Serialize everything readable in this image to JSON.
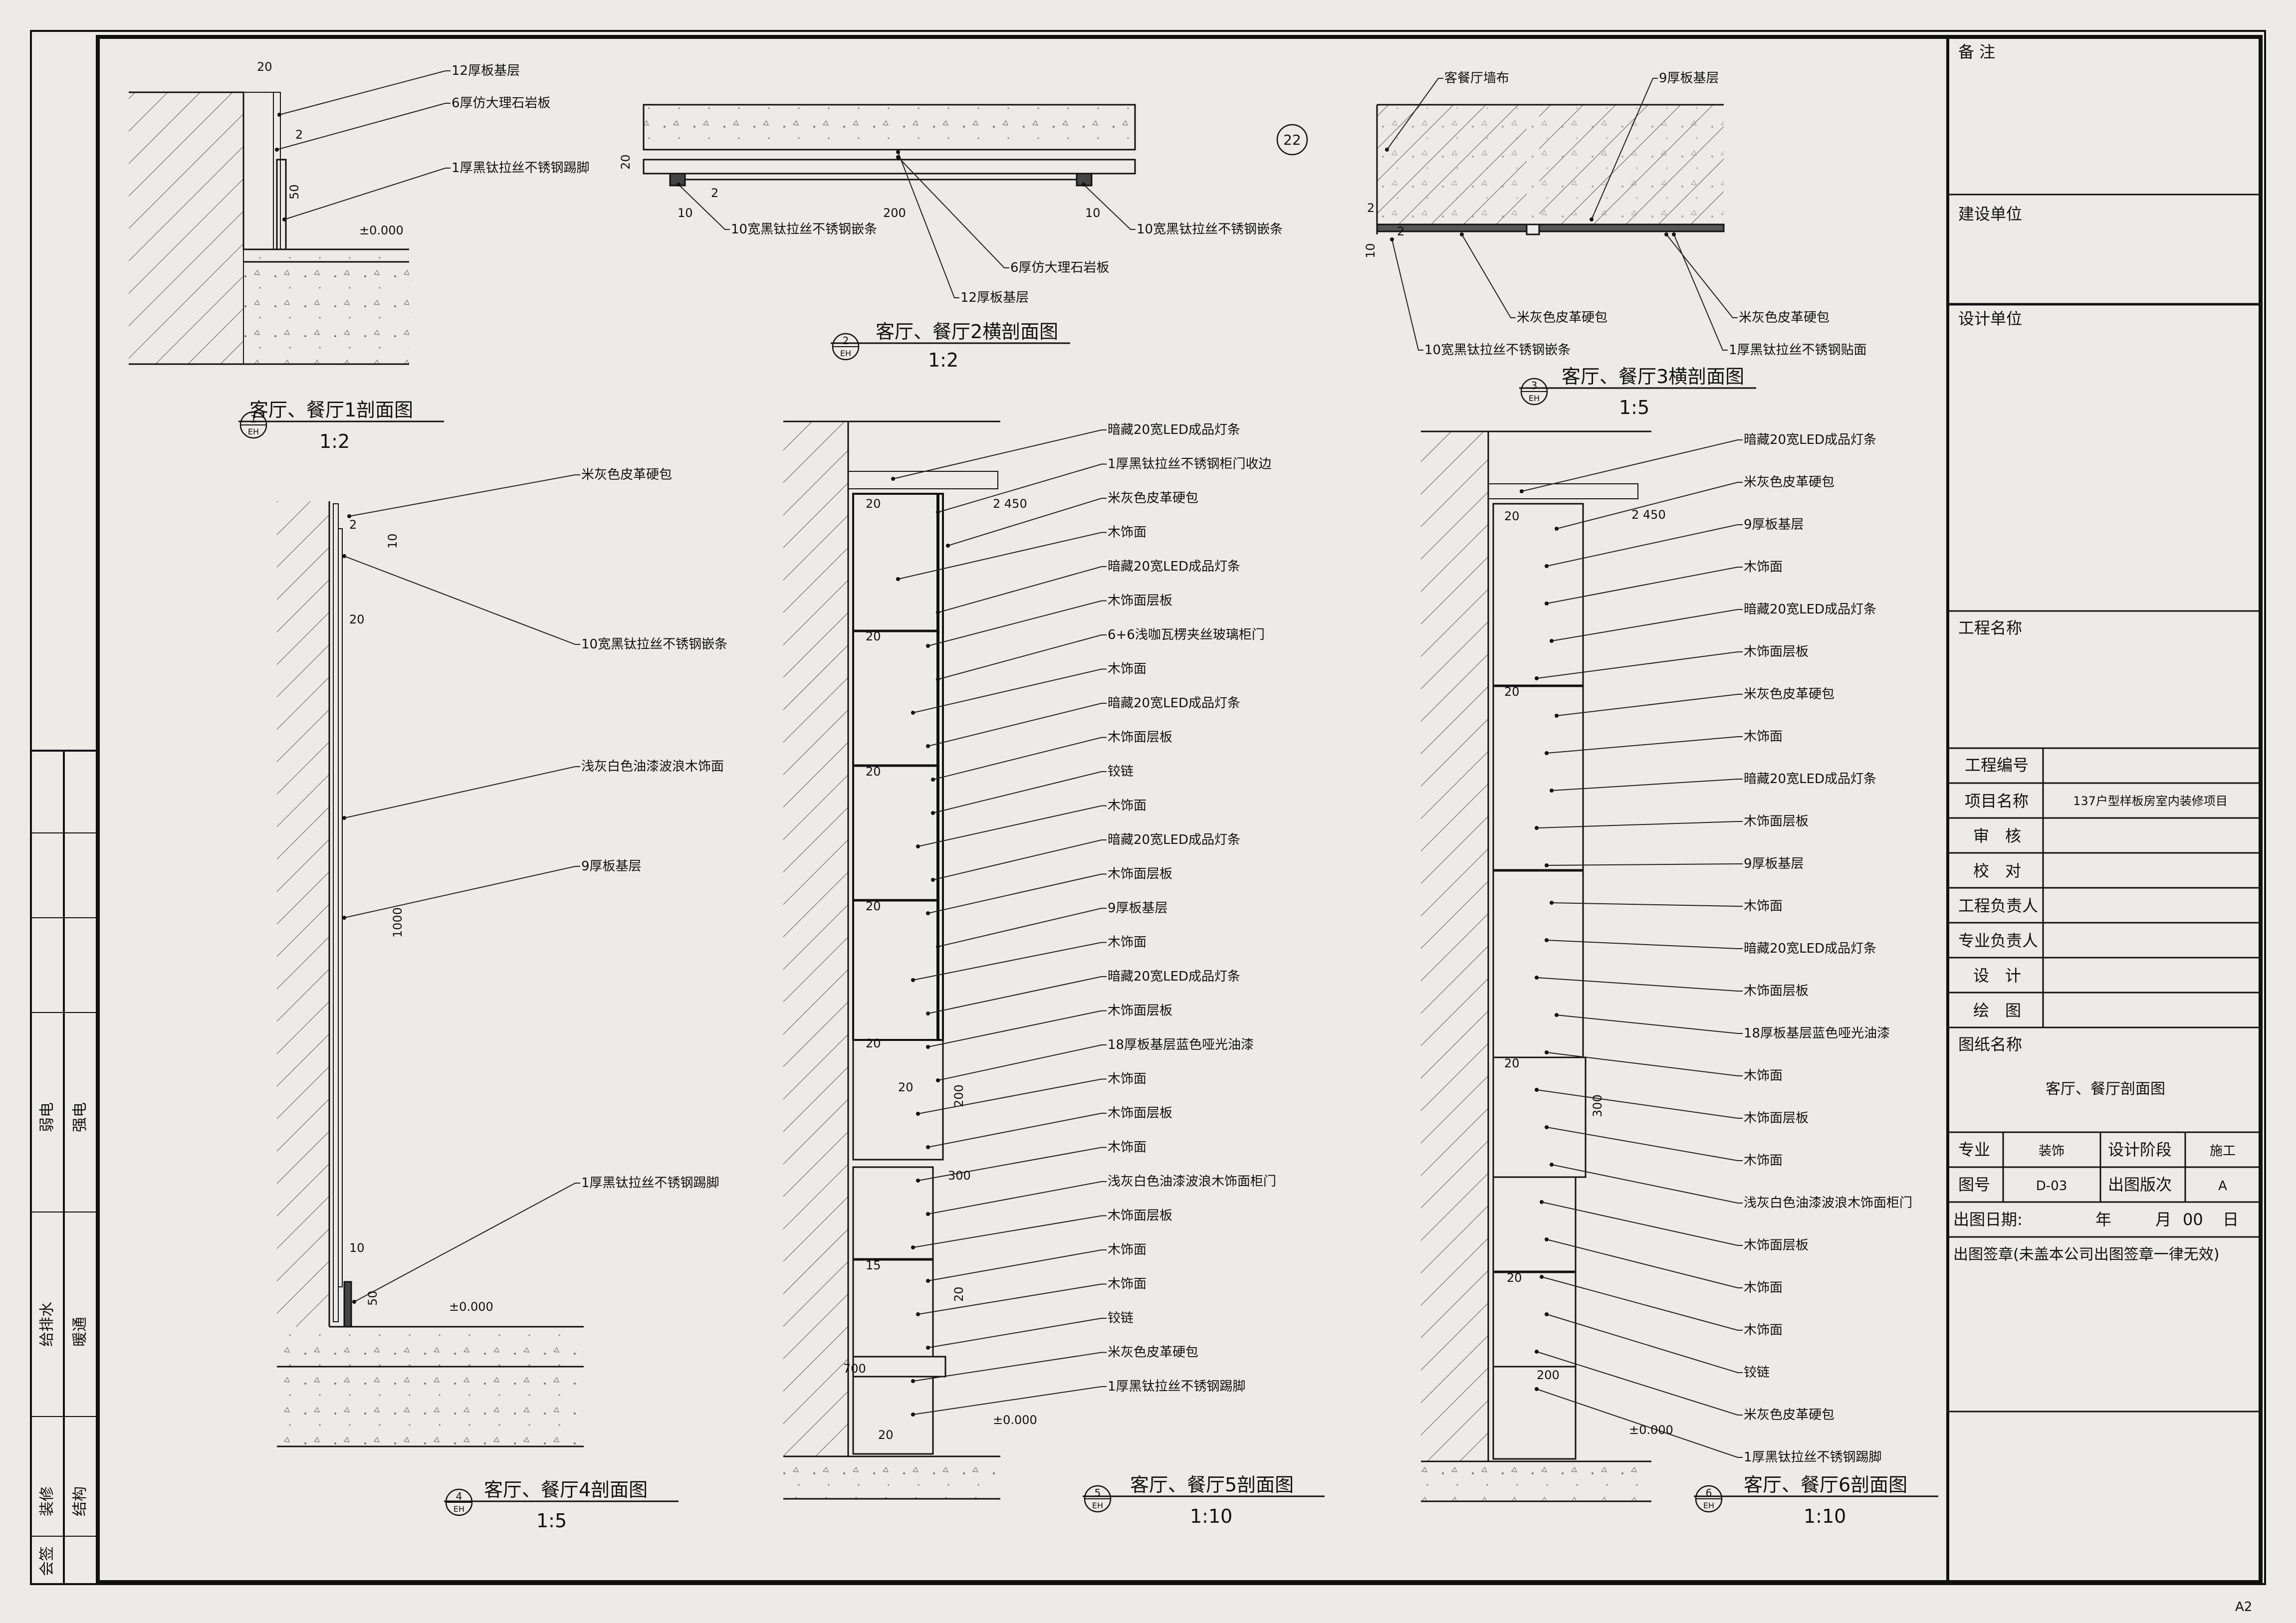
{
  "sheet_size_label": "A2",
  "title_block": {
    "remarks": "备 注",
    "client": "建设单位",
    "designer": "设计单位",
    "project_name_label": "工程名称",
    "project_no_label": "工程编号",
    "project_no_value": "",
    "item_name_label": "项目名称",
    "item_name_value": "137户型样板房室内装修项目",
    "review_label": "审　核",
    "check_label": "校　对",
    "project_lead_label": "工程负责人",
    "discipline_lead_label": "专业负责人",
    "design_label": "设　计",
    "drawing_label": "绘　图",
    "drawing_name_label": "图纸名称",
    "drawing_name_value": "客厅、餐厅剖面图",
    "discipline_label": "专业",
    "discipline_value": "装饰",
    "stage_label": "设计阶段",
    "stage_value": "施工",
    "drawing_no_label": "图号",
    "drawing_no_value": "D-03",
    "version_label": "出图版次",
    "version_value": "A",
    "date_label": "出图日期:",
    "date_year": "年",
    "date_month": "月",
    "date_day_value": "00",
    "date_day": "日",
    "seal_label": "出图签章(未盖本公司出图签章一律无效)"
  },
  "sign_strip": {
    "cells": [
      {
        "a": "弱电",
        "b": "强电"
      },
      {
        "a": "给排水",
        "b": "暖通"
      },
      {
        "a": "装修",
        "b": "结构"
      },
      {
        "a": "会签",
        "b": ""
      }
    ]
  },
  "sections": [
    {
      "id": "s1",
      "num": "1",
      "sheet_ref": "EH",
      "title": "客厅、餐厅1剖面图",
      "scale": "1:2",
      "labels": [
        "12厚板基层",
        "6厚仿大理石岩板",
        "1厚黑钛拉丝不锈钢踢脚"
      ],
      "dims": [
        "20",
        "2",
        "50",
        "±0.000"
      ]
    },
    {
      "id": "s2",
      "num": "2",
      "sheet_ref": "EH",
      "title": "客厅、餐厅2横剖面图",
      "scale": "1:2",
      "labels": [
        "10宽黑钛拉丝不锈钢嵌条",
        "10宽黑钛拉丝不锈钢嵌条",
        "6厚仿大理石岩板",
        "12厚板基层"
      ],
      "dims": [
        "20",
        "2",
        "200",
        "10",
        "10"
      ]
    },
    {
      "id": "s3",
      "num": "3",
      "sheet_ref": "EH",
      "title": "客厅、餐厅3横剖面图",
      "scale": "1:5",
      "detail_ref": "22",
      "labels": [
        "客餐厅墙布",
        "9厚板基层",
        "米灰色皮革硬包",
        "米灰色皮革硬包",
        "10宽黑钛拉丝不锈钢嵌条",
        "1厚黑钛拉丝不锈钢贴面"
      ],
      "dims": [
        "2",
        "2",
        "10"
      ]
    },
    {
      "id": "s4",
      "num": "4",
      "sheet_ref": "EH",
      "title": "客厅、餐厅4剖面图",
      "scale": "1:5",
      "labels": [
        "米灰色皮革硬包",
        "10宽黑钛拉丝不锈钢嵌条",
        "浅灰白色油漆波浪木饰面",
        "9厚板基层",
        "1厚黑钛拉丝不锈钢踢脚"
      ],
      "dims": [
        "2",
        "10",
        "20",
        "1000",
        "10",
        "50",
        "±0.000"
      ]
    },
    {
      "id": "s5",
      "num": "5",
      "sheet_ref": "EH",
      "title": "客厅、餐厅5剖面图",
      "scale": "1:10",
      "labels": [
        "暗藏20宽LED成品灯条",
        "1厚黑钛拉丝不锈钢柜门收边",
        "米灰色皮革硬包",
        "木饰面",
        "暗藏20宽LED成品灯条",
        "木饰面层板",
        "6+6浅咖瓦楞夹丝玻璃柜门",
        "木饰面",
        "暗藏20宽LED成品灯条",
        "木饰面层板",
        "铰链",
        "木饰面",
        "暗藏20宽LED成品灯条",
        "木饰面层板",
        "9厚板基层",
        "木饰面",
        "暗藏20宽LED成品灯条",
        "木饰面层板",
        "18厚板基层蓝色哑光油漆",
        "木饰面",
        "木饰面层板",
        "木饰面",
        "浅灰白色油漆波浪木饰面柜门",
        "木饰面层板",
        "木饰面",
        "木饰面",
        "铰链",
        "米灰色皮革硬包",
        "1厚黑钛拉丝不锈钢踢脚"
      ],
      "dims": [
        "20",
        "20",
        "2 450",
        "20",
        "20",
        "20",
        "20",
        "200",
        "300",
        "15",
        "20",
        "700",
        "20",
        "±0.000"
      ]
    },
    {
      "id": "s6",
      "num": "6",
      "sheet_ref": "EH",
      "title": "客厅、餐厅6剖面图",
      "scale": "1:10",
      "labels": [
        "暗藏20宽LED成品灯条",
        "米灰色皮革硬包",
        "9厚板基层",
        "木饰面",
        "暗藏20宽LED成品灯条",
        "木饰面层板",
        "米灰色皮革硬包",
        "木饰面",
        "暗藏20宽LED成品灯条",
        "木饰面层板",
        "9厚板基层",
        "木饰面",
        "暗藏20宽LED成品灯条",
        "木饰面层板",
        "18厚板基层蓝色哑光油漆",
        "木饰面",
        "木饰面层板",
        "木饰面",
        "浅灰白色油漆波浪木饰面柜门",
        "木饰面层板",
        "木饰面",
        "木饰面",
        "铰链",
        "米灰色皮革硬包",
        "1厚黑钛拉丝不锈钢踢脚"
      ],
      "dims": [
        "20",
        "20",
        "2 450",
        "20",
        "300",
        "20",
        "200",
        "±0.000"
      ]
    }
  ]
}
